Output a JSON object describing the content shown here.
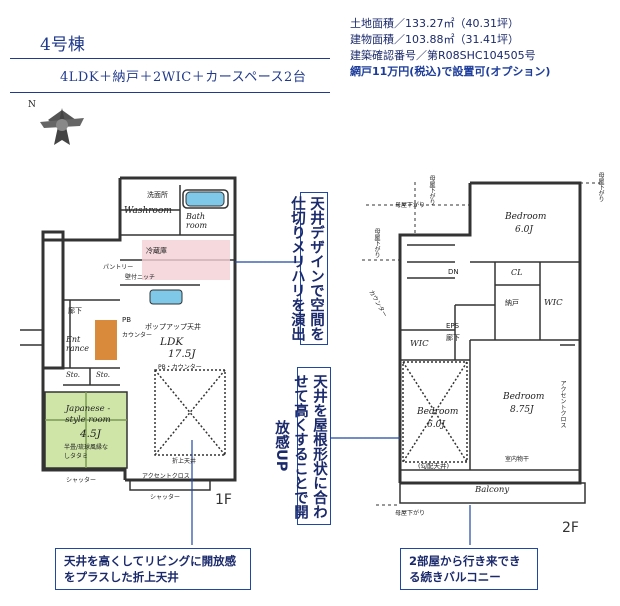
{
  "header": {
    "building": "4号棟",
    "layout": "4LDK＋納戸＋2WIC＋カースペース2台"
  },
  "info": {
    "land_area": "土地面積／133.27㎡（40.31坪）",
    "building_area": "建物面積／103.88㎡（31.41坪）",
    "permit": "建築確認番号／第R08SHC104505号",
    "note": "網戸11万円(税込)で設置可(オプション)"
  },
  "callouts": {
    "ceiling_design": "天井デザインで空間を仕切りメリハリを演出",
    "roof_ceiling": "天井を屋根形状に合わせて高くすることで開放感UP",
    "living_ceiling": "天井を高くしてリビングに開放感をプラスした折上天井",
    "balcony": "2部屋から行き来できる続きバルコニー"
  },
  "compass": {
    "north": "N"
  },
  "floor1": {
    "label": "1F",
    "rooms": {
      "washroom": "Washroom",
      "bath": "Bath room",
      "ldk": "LDK",
      "ldk_size": "17.5J",
      "entrance": "Ent rance",
      "japanese": "Japanese -style room",
      "japanese_size": "4.5J",
      "sto1": "Sto.",
      "sto2": "Sto."
    },
    "notes": {
      "popup": "ポップアップ天井",
      "pb_counter": "PB・カウンター",
      "pb": "PB",
      "counter": "カウンター",
      "folded_ceiling": "折上天井",
      "accent_cross": "アクセントクロス",
      "shutter1": "シャッター",
      "shutter2": "シャッター",
      "tatami": "半畳/琉球風縁なしタタミ",
      "niche": "壁付ニッチ",
      "hallway": "廊下",
      "laundry": "洗面所",
      "fridge": "冷蔵庫",
      "pantry": "パントリー"
    }
  },
  "floor2": {
    "label": "2F",
    "rooms": {
      "bedroom1": "Bedroom",
      "bedroom1_size": "6.0J",
      "bedroom2": "Bedroom",
      "bedroom2_size": "6.0J",
      "bedroom3": "Bedroom",
      "bedroom3_size": "8.75J",
      "cl": "CL",
      "storage": "納戸",
      "wic1": "WIC",
      "wic2": "WIC",
      "balcony": "Balcony"
    },
    "notes": {
      "eaves1": "母屋下がり",
      "eaves2": "母屋下がり",
      "eaves3": "母屋下がり",
      "eaves4": "母屋下がり",
      "eaves5": "母屋下がり",
      "counter": "カウンター",
      "accent_cross": "アクセントクロス",
      "sloped": "(勾配天井)",
      "indoor_dry": "室内物干",
      "dn": "DN",
      "eps": "EPS",
      "hall": "廊下"
    }
  }
}
